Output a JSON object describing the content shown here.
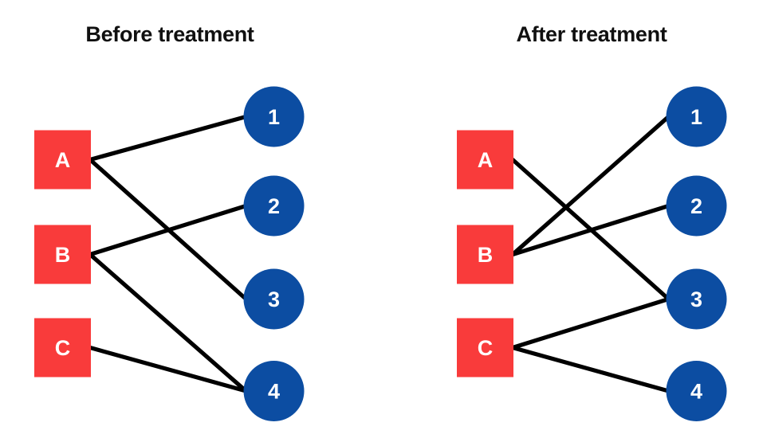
{
  "diagram_type": "bipartite-matching",
  "colors": {
    "square_fill": "#f93b3b",
    "circle_fill": "#0c4da2",
    "edge_stroke": "#000000",
    "node_label": "#ffffff",
    "title_text": "#101010",
    "background": "#ffffff"
  },
  "panels": [
    {
      "id": "before",
      "title": "Before treatment",
      "left_nodes": [
        {
          "id": "A",
          "label": "A"
        },
        {
          "id": "B",
          "label": "B"
        },
        {
          "id": "C",
          "label": "C"
        }
      ],
      "right_nodes": [
        {
          "id": "1",
          "label": "1"
        },
        {
          "id": "2",
          "label": "2"
        },
        {
          "id": "3",
          "label": "3"
        },
        {
          "id": "4",
          "label": "4"
        }
      ],
      "edges": [
        [
          "A",
          "1"
        ],
        [
          "A",
          "3"
        ],
        [
          "B",
          "2"
        ],
        [
          "B",
          "4"
        ],
        [
          "C",
          "4"
        ]
      ]
    },
    {
      "id": "after",
      "title": "After treatment",
      "left_nodes": [
        {
          "id": "A",
          "label": "A"
        },
        {
          "id": "B",
          "label": "B"
        },
        {
          "id": "C",
          "label": "C"
        }
      ],
      "right_nodes": [
        {
          "id": "1",
          "label": "1"
        },
        {
          "id": "2",
          "label": "2"
        },
        {
          "id": "3",
          "label": "3"
        },
        {
          "id": "4",
          "label": "4"
        }
      ],
      "edges": [
        [
          "A",
          "3"
        ],
        [
          "B",
          "1"
        ],
        [
          "B",
          "2"
        ],
        [
          "C",
          "3"
        ],
        [
          "C",
          "4"
        ]
      ]
    }
  ]
}
